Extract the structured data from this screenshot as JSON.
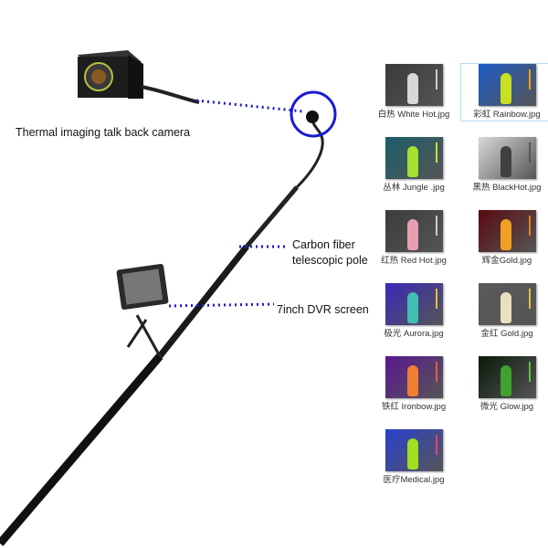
{
  "labels": {
    "camera": "Thermal imaging talk back camera",
    "pole": "Carbon fiber telescopic pole",
    "screen": "7inch DVR screen"
  },
  "thumbnails": [
    {
      "name": "白热 White Hot.jpg",
      "bg": "#3a3a3a",
      "fig": "#d8d8d8",
      "bar": "#ccc"
    },
    {
      "name": "彩虹 Rainbow.jpg",
      "bg": "#1e5cc8",
      "fig": "#c8e020",
      "bar": "#f0a020"
    },
    {
      "name": "丛林 Jungle .jpg",
      "bg": "#1b5e6a",
      "fig": "#a6e030",
      "bar": "#c0e040"
    },
    {
      "name": "黑热 BlackHot.jpg",
      "bg": "#d8d8d8",
      "fig": "#404040",
      "bar": "#555"
    },
    {
      "name": "红热 Red Hot.jpg",
      "bg": "#3c3c3c",
      "fig": "#e4a0b0",
      "bar": "#ccc"
    },
    {
      "name": "辉金Gold.jpg",
      "bg": "#5a0a10",
      "fig": "#f0a020",
      "bar": "#e08020"
    },
    {
      "name": "极光 Aurora.jpg",
      "bg": "#3a2ab8",
      "fig": "#40c0b0",
      "bar": "#e0c040"
    },
    {
      "name": "金红 Gold.jpg",
      "bg": "#5a5a5a",
      "fig": "#e8e0c0",
      "bar": "#e0c040"
    },
    {
      "name": "铁红 Ironbow.jpg",
      "bg": "#5a1890",
      "fig": "#f08030",
      "bar": "#e06040"
    },
    {
      "name": "微光 Glow.jpg",
      "bg": "#0a1a0a",
      "fig": "#40a030",
      "bar": "#60c040"
    },
    {
      "name": "医疗Medical.jpg",
      "bg": "#2a40d0",
      "fig": "#a0e020",
      "bar": "#e04080"
    }
  ],
  "colors": {
    "accent": "#1a1ad0"
  }
}
